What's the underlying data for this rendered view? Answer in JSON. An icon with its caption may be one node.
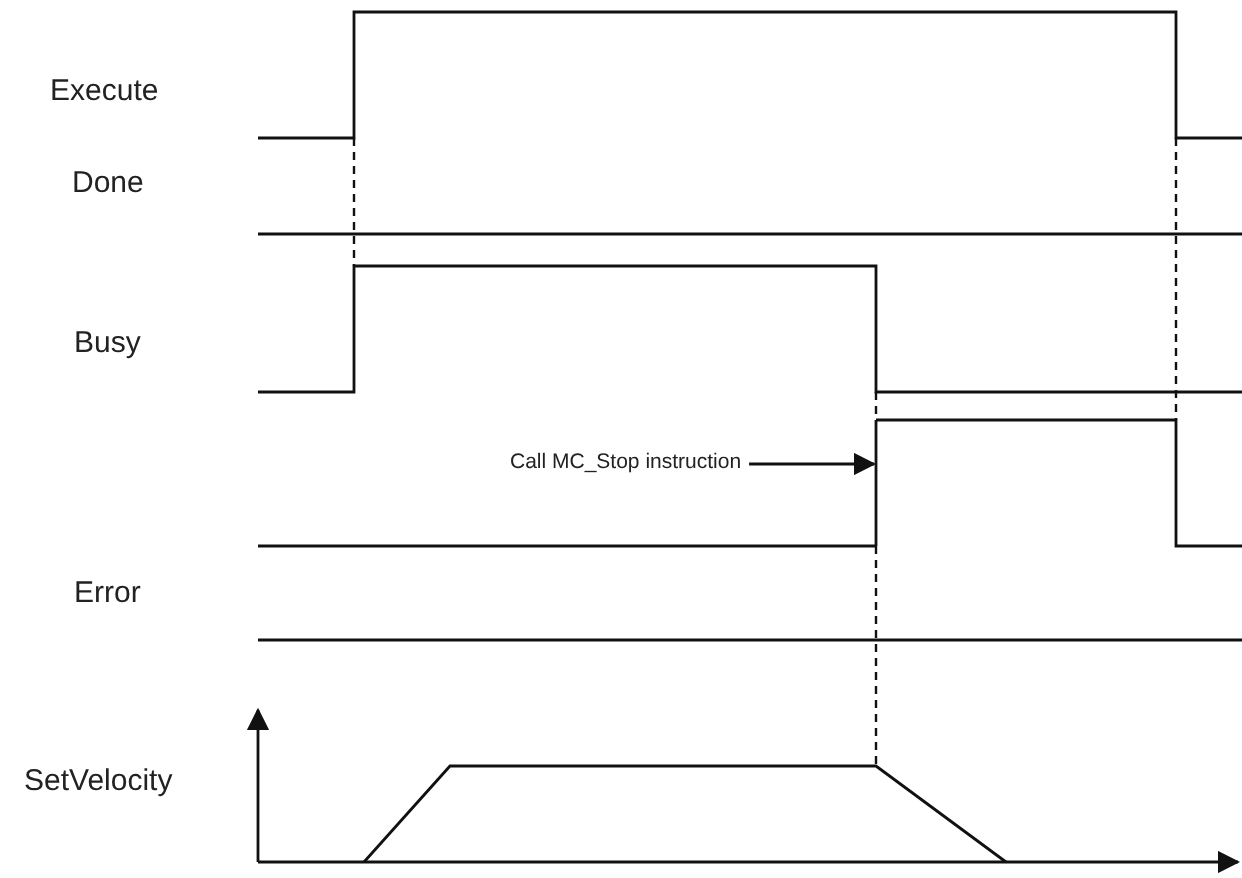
{
  "diagram": {
    "nodes": [
      {
        "text": [
          "Call MC_Stop instruction"
        ]
      },
      {
        "text": [],
        "shape": "line"
      }
    ],
    "edges": [
      {
        "from": 0,
        "to": 1,
        "arrow": "to"
      }
    ],
    "labels": [
      "Execute",
      "Done",
      "Busy",
      "Error",
      "SetVelocity"
    ]
  }
}
